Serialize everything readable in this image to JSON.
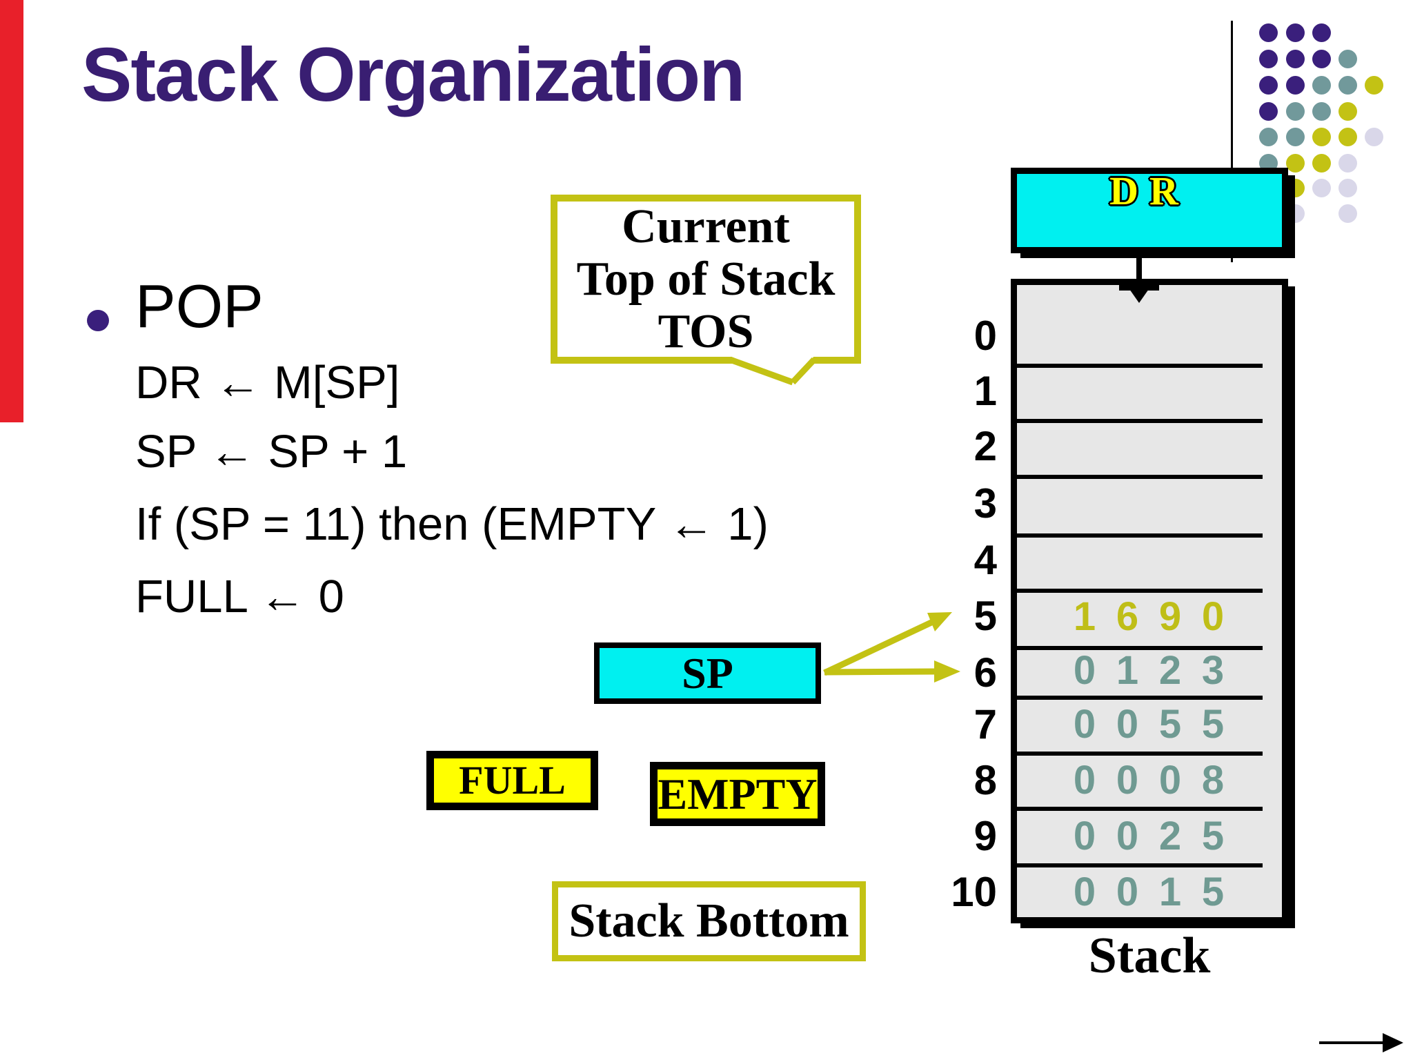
{
  "slide": {
    "title": "Stack Organization",
    "bullet": {
      "label": "POP",
      "code_lines": [
        "DR ← M[SP]",
        "SP ← SP + 1",
        "If (SP = 11) then (EMPTY ← 1)",
        "FULL ← 0"
      ]
    },
    "callout": {
      "lines": [
        "Current",
        "Top of Stack",
        "TOS"
      ]
    },
    "registers": {
      "dr_label": "DR",
      "sp_label": "SP"
    },
    "flags": {
      "full_label": "FULL",
      "empty_label": "EMPTY"
    },
    "stack_bottom_label": "Stack Bottom",
    "stack_caption": "Stack",
    "stack": {
      "row_labels": [
        "0",
        "1",
        "2",
        "3",
        "4",
        "5",
        "6",
        "7",
        "8",
        "9",
        "10"
      ],
      "values": [
        {
          "row": 5,
          "digits": [
            "1",
            "6",
            "9",
            "0"
          ],
          "color_key": "olive_text"
        },
        {
          "row": 6,
          "digits": [
            "0",
            "1",
            "2",
            "3"
          ],
          "color_key": "teal_text"
        },
        {
          "row": 7,
          "digits": [
            "0",
            "0",
            "5",
            "5"
          ],
          "color_key": "teal_text"
        },
        {
          "row": 8,
          "digits": [
            "0",
            "0",
            "0",
            "8"
          ],
          "color_key": "teal_text"
        },
        {
          "row": 9,
          "digits": [
            "0",
            "0",
            "2",
            "5"
          ],
          "color_key": "teal_text"
        },
        {
          "row": 10,
          "digits": [
            "0",
            "0",
            "1",
            "5"
          ],
          "color_key": "teal_text"
        }
      ]
    },
    "decor_dots": {
      "grid": [
        "PPP..",
        "PPPT.",
        "PPTTY",
        "PTTY.",
        "TTYYL",
        "TYYL.",
        ".YLL.",
        ".L.L."
      ]
    },
    "colors": {
      "red_bar": "#E8202A",
      "title_purple": "#391E72",
      "accent_olive": "#C3C214",
      "olive_text": "#BFBE18",
      "teal_text": "#6F9A92",
      "cyan_fill": "#00F0F0",
      "yellow_fill": "#FFFF00",
      "stack_gray": "#E7E7E7",
      "dot_purple": "#3A1F7C",
      "dot_teal": "#71999B",
      "dot_olive": "#C3C214",
      "dot_lavender": "#D9D7E9"
    }
  }
}
